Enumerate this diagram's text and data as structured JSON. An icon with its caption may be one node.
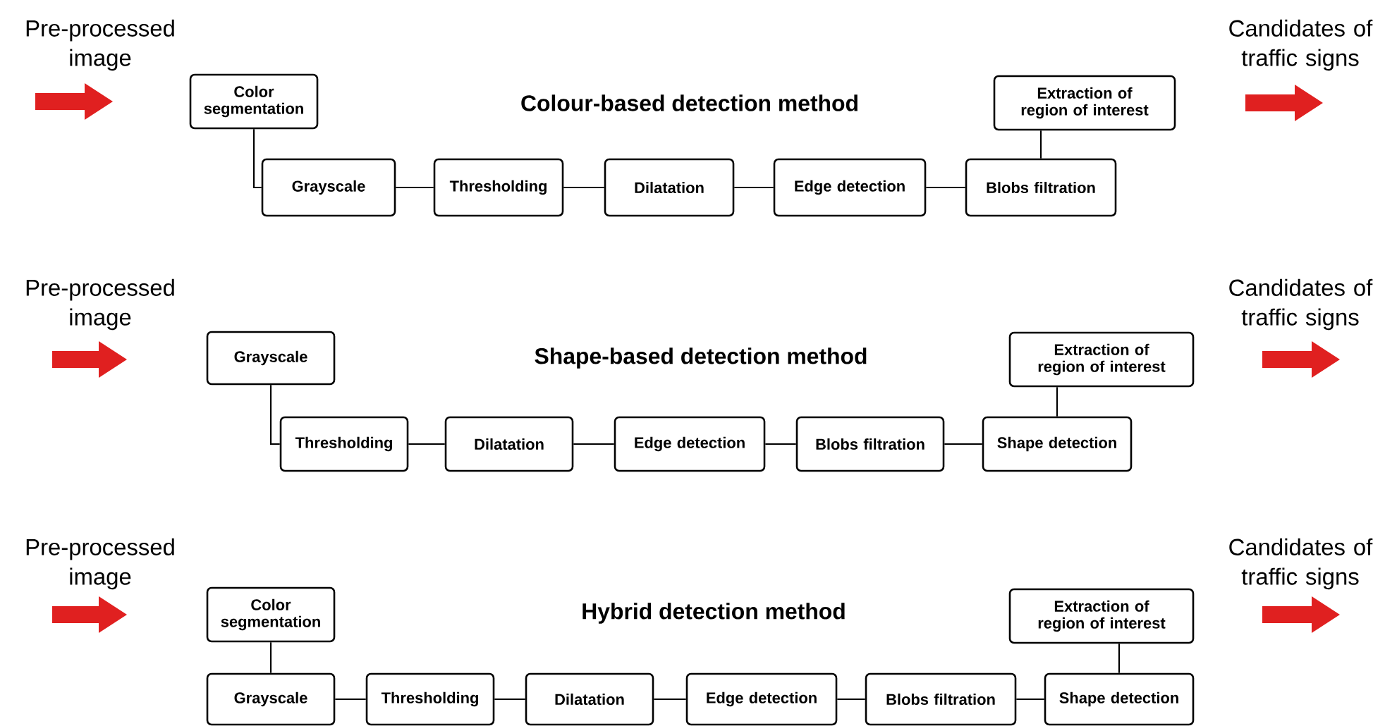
{
  "diagram": {
    "nodes": [
      {
        "text": [
          "Color segmentation"
        ]
      },
      {
        "text": [
          "Extraction of region of interest"
        ]
      },
      {
        "text": [
          "Grayscale"
        ]
      },
      {
        "text": [
          "Thresholding"
        ]
      },
      {
        "text": [
          "Dilatation"
        ]
      },
      {
        "text": [
          "Edge detection"
        ]
      },
      {
        "text": [
          "Blobs filtration"
        ]
      },
      {
        "text": [
          "Grayscale"
        ]
      },
      {
        "text": [
          "Extraction of region of interest"
        ]
      },
      {
        "text": [
          "Thresholding"
        ]
      },
      {
        "text": [
          "Dilatation"
        ]
      },
      {
        "text": [
          "Edge detection"
        ]
      },
      {
        "text": [
          "Blobs filtration"
        ]
      },
      {
        "text": [
          "Shape detection"
        ]
      },
      {
        "text": [
          "Color segmentation"
        ]
      },
      {
        "text": [
          "Extraction of region of interest"
        ]
      },
      {
        "text": [
          "Grayscale"
        ]
      },
      {
        "text": [
          "Thresholding"
        ]
      },
      {
        "text": [
          "Dilatation"
        ]
      },
      {
        "text": [
          "Edge detection"
        ]
      },
      {
        "text": [
          "Blobs filtration"
        ]
      },
      {
        "text": [
          "Shape detection"
        ]
      }
    ],
    "edges": [
      {
        "from": 0,
        "to": 2,
        "arrow": "none"
      },
      {
        "from": 2,
        "to": 3,
        "arrow": "none"
      },
      {
        "from": 3,
        "to": 4,
        "arrow": "none"
      },
      {
        "from": 4,
        "to": 5,
        "arrow": "none"
      },
      {
        "from": 5,
        "to": 6,
        "arrow": "none"
      },
      {
        "from": 6,
        "to": 1,
        "arrow": "none"
      },
      {
        "from": 7,
        "to": 9,
        "arrow": "none"
      },
      {
        "from": 9,
        "to": 10,
        "arrow": "none"
      },
      {
        "from": 10,
        "to": 11,
        "arrow": "none"
      },
      {
        "from": 11,
        "to": 12,
        "arrow": "none"
      },
      {
        "from": 12,
        "to": 13,
        "arrow": "none"
      },
      {
        "from": 13,
        "to": 8,
        "arrow": "none"
      },
      {
        "from": 14,
        "to": 16,
        "arrow": "none"
      },
      {
        "from": 16,
        "to": 17,
        "arrow": "none"
      },
      {
        "from": 17,
        "to": 18,
        "arrow": "none"
      },
      {
        "from": 18,
        "to": 19,
        "arrow": "none"
      },
      {
        "from": 19,
        "to": 20,
        "arrow": "none"
      },
      {
        "from": 20,
        "to": 21,
        "arrow": "none"
      },
      {
        "from": 21,
        "to": 15,
        "arrow": "none"
      }
    ],
    "labels": [
      "Pre-processed image",
      "Colour-based detection method",
      "Candidates of traffic signs",
      "Pre-processed image",
      "Shape-based detection method",
      "Candidates of traffic signs",
      "Pre-processed image",
      "Hybrid detection method",
      "Candidates of traffic signs"
    ]
  }
}
